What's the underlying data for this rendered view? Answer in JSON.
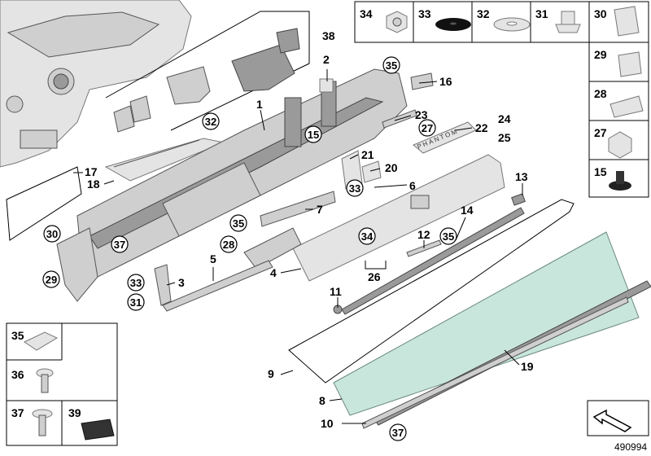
{
  "diagram_id": "490994",
  "callouts": {
    "c1": "1",
    "c2": "2",
    "c3": "3",
    "c4": "4",
    "c5": "5",
    "c6": "6",
    "c7": "7",
    "c8": "8",
    "c9": "9",
    "c10": "10",
    "c11": "11",
    "c12": "12",
    "c13": "13",
    "c14": "14",
    "c16": "16",
    "c17": "17",
    "c18": "18",
    "c19": "19",
    "c20": "20",
    "c21": "21",
    "c22": "22",
    "c23": "23",
    "c24": "24",
    "c25": "25",
    "c26": "26",
    "c38": "38",
    "k15": "15",
    "k27": "27",
    "k28": "28",
    "k29": "29",
    "k30": "30",
    "k31": "31",
    "k32": "32",
    "k33a": "33",
    "k33b": "33",
    "k34": "34",
    "k35a": "35",
    "k35b": "35",
    "k35c": "35",
    "k37a": "37",
    "k37b": "37"
  },
  "legend_top": [
    "34",
    "33",
    "32",
    "31",
    "30"
  ],
  "legend_right": [
    "29",
    "28",
    "27",
    "15"
  ],
  "legend_bottom": [
    "35",
    "36",
    "37",
    "39"
  ],
  "badge_text": "PHANTOM"
}
